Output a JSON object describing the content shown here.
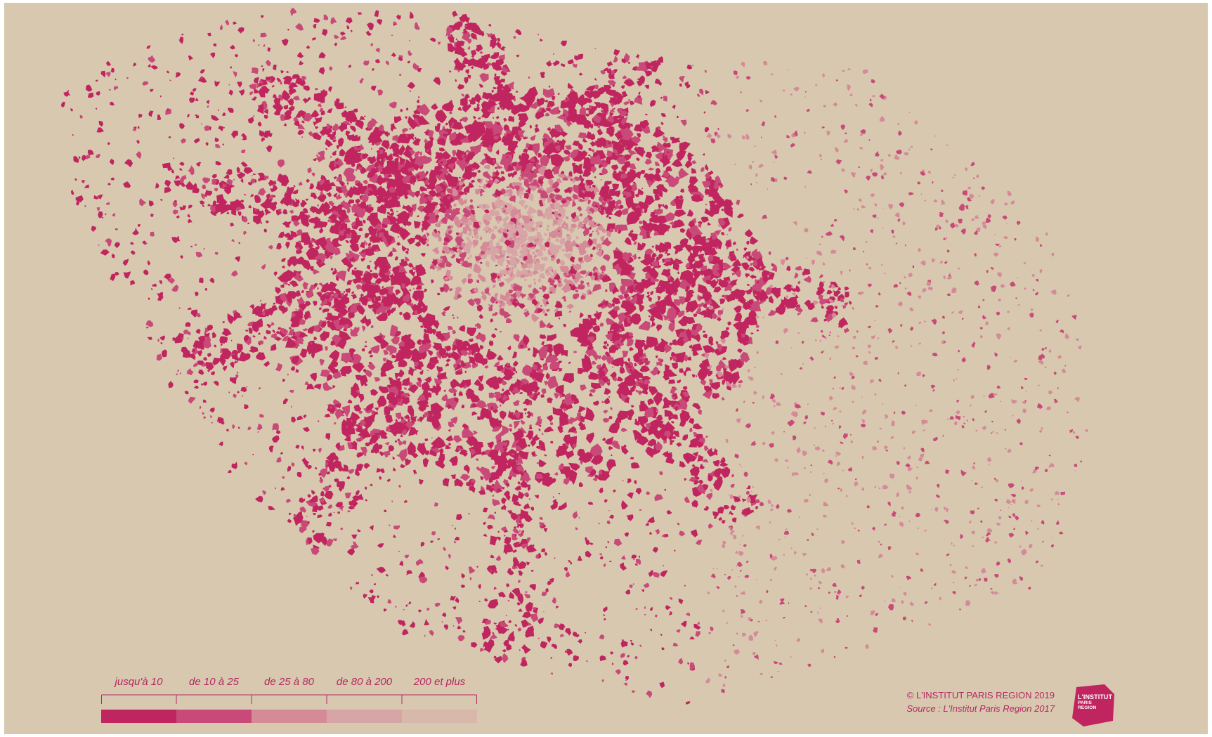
{
  "colors": {
    "background": "#d8c8b0",
    "accent": "#b5285f",
    "classes": [
      "#c0255f",
      "#c94a78",
      "#d58a98",
      "#d8a5a6",
      "#d7b8ab"
    ]
  },
  "legend": {
    "classes": [
      {
        "label": "jusqu'à 10"
      },
      {
        "label": "de 10 à 25"
      },
      {
        "label": "de 25 à 80"
      },
      {
        "label": "de 80 à 200"
      },
      {
        "label": "200 et plus"
      }
    ]
  },
  "credits": {
    "copyright": "© L'INSTITUT PARIS REGION 2019",
    "source": "Source : L'Institut Paris Region 2017"
  },
  "logo": {
    "line1": "L'INSTITUT",
    "line2": "PARIS",
    "line3": "REGION"
  }
}
